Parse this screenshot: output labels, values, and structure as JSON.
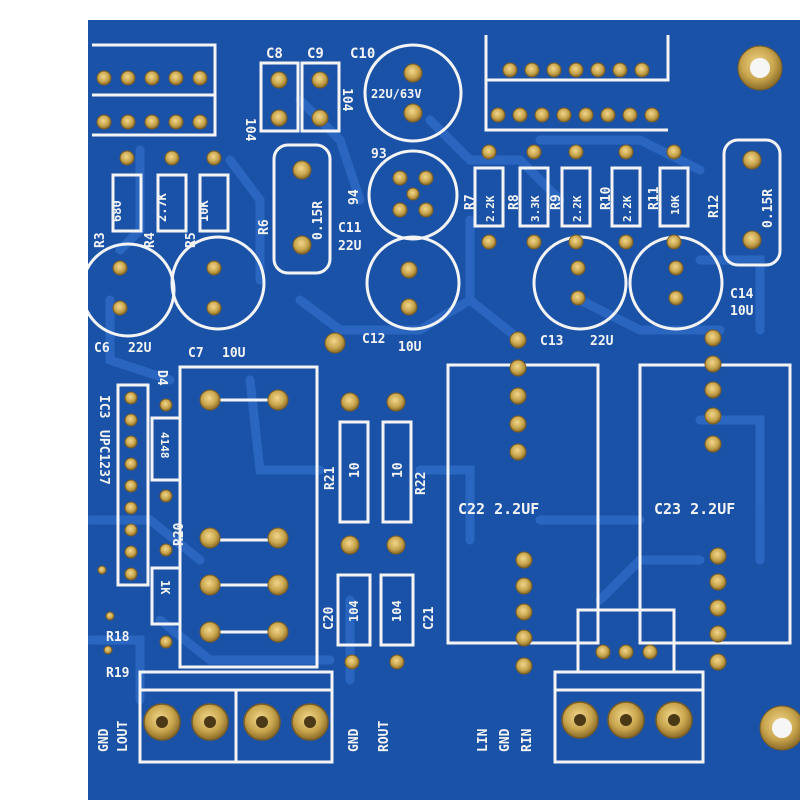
{
  "labels": {
    "c8": "C8",
    "c9": "C9",
    "c10": "C10",
    "v104a": "104",
    "v104b": "104",
    "c10v": "22U/63V",
    "r3v": "680",
    "r4v": "2.7K",
    "r5v": "10K",
    "r3": "R3",
    "r4": "R4",
    "r5": "R5",
    "r6": "R6",
    "r6v": "0.15R",
    "r12v": "0.15R",
    "q93": "93",
    "q94": "94",
    "c11": "C11",
    "c11v": "22U",
    "r7": "R7",
    "r8": "R8",
    "r9": "R9",
    "r10": "R10",
    "r11": "R11",
    "r12": "R12",
    "r7v": "2.2K",
    "r8v": "3.3K",
    "r9v": "2.2K",
    "r10v": "2.2K",
    "r11v": "10K",
    "c6": "C6",
    "c6v": "22U",
    "c7": "C7",
    "c7v": "10U",
    "c12": "C12",
    "c12v": "10U",
    "c13": "C13",
    "c13v": "22U",
    "c14": "C14",
    "c14v": "10U",
    "d4": "D4",
    "d4v": "4148",
    "ic3": "IC3",
    "ic3v": "UPC1237",
    "r20": "R20",
    "r20v": "1K",
    "r18": "R18",
    "r19": "R19",
    "r21": "R21",
    "r21v": "10",
    "r22": "R22",
    "r22v": "10",
    "c20": "C20",
    "c21": "C21",
    "c20v": "104",
    "c21v": "104",
    "c22": "C22  2.2UF",
    "c23": "C23  2.2UF",
    "gnd1": "GND",
    "lout": "LOUT",
    "gnd2": "GND",
    "rout": "ROUT",
    "lin": "LIN",
    "gnd3": "GND",
    "rin": "RIN"
  },
  "colors": {
    "board": "#1a52a8",
    "trace": "#2a66bd",
    "silkscreen": "#f4f4f4",
    "pad": "#c9a64e",
    "hole": "#5a4320"
  }
}
